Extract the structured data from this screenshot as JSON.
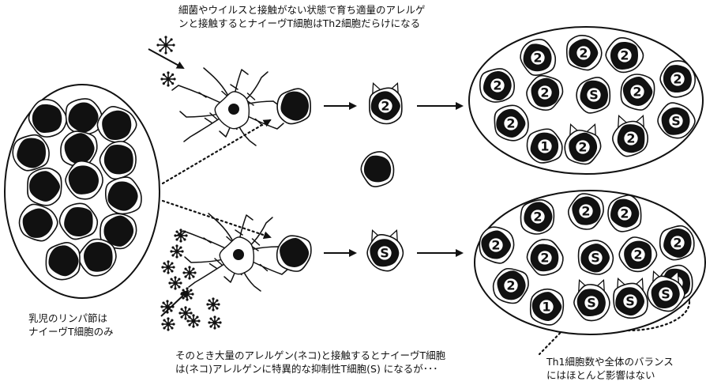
{
  "captions": {
    "top_line1": "細菌やウイルスと接触がない状態で育ち適量のアレルゲ",
    "top_line2": "ンと接触するとナイーヴT細胞はTh2細胞だらけになる",
    "bottom_line1": "そのとき大量のアレルゲン(ネコ)と接触するとナイーヴT細胞",
    "bottom_line2": "は(ネコ)アレルゲンに特異的な抑制性T細胞(S) になるが･･･",
    "left_line1": "乳児のリンパ節は",
    "left_line2": "ナイーヴT細胞のみ",
    "right_line1": "Th1細胞数や全体のバランス",
    "right_line2": "にはほとんど影響はない"
  },
  "cell_labels": {
    "top_diff": "2",
    "bottom_diff": "S",
    "top_group": [
      "2",
      "2",
      "2",
      "2",
      "2",
      "S",
      "2",
      "2",
      "2",
      "S",
      "1",
      "2",
      "2"
    ],
    "bottom_group": [
      "2",
      "2",
      "2",
      "2",
      "2",
      "S",
      "2",
      "2",
      "2",
      "S",
      "1",
      "S",
      "S",
      "S"
    ]
  }
}
